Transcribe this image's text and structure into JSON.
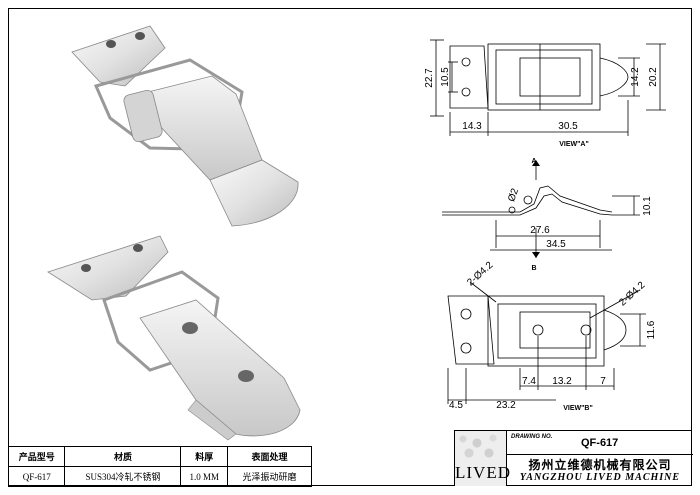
{
  "views": {
    "view_a_label": "VIEW\"A\"",
    "view_b_label": "VIEW\"B\"",
    "arrow_a": "A",
    "arrow_b": "B"
  },
  "dimensions": {
    "top": {
      "height_total": "22.7",
      "hole_pitch": "10.5",
      "width_front": "14.3",
      "width_body": "30.5",
      "right_inner": "14.2",
      "right_outer": "20.2"
    },
    "side": {
      "diameter": "Ø2",
      "height": "10.1",
      "length_inner": "27.6",
      "length_outer": "34.5"
    },
    "bottom": {
      "holes_left": "2-Ø4.2",
      "holes_right": "2-Ø4.2",
      "hole_pitch": "11.6",
      "offset_a": "7.4",
      "offset_b": "13.2",
      "offset_c": "7",
      "edge": "4.5",
      "length": "23.2"
    }
  },
  "spec_table": {
    "headers": [
      "产品型号",
      "材质",
      "料厚",
      "表面处理"
    ],
    "values": [
      "QF-617",
      "SUS304冷轧不锈钢",
      "1.0 MM",
      "光泽振动研磨"
    ]
  },
  "title_block": {
    "logo_text": "LIVED",
    "drawing_label": "DRAWING NO.",
    "drawing_no": "QF-617",
    "company_cn": "扬州立维德机械有限公司",
    "company_en": "YANGZHOU LIVED MACHINE"
  }
}
